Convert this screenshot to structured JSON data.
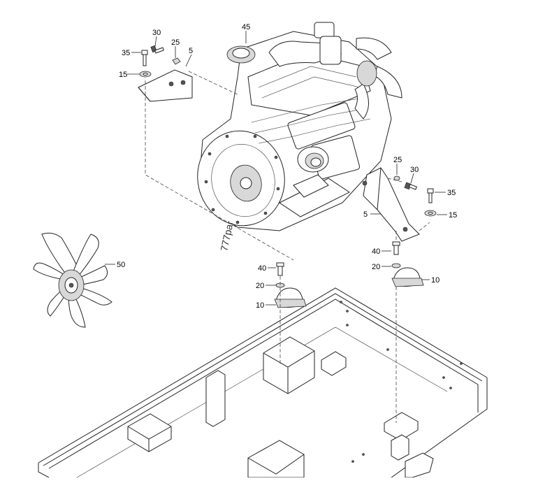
{
  "diagram": {
    "watermark": "777par",
    "callouts": {
      "c30_left": "30",
      "c25_left": "25",
      "c5_left": "5",
      "c35_left": "35",
      "c15_left": "15",
      "c45": "45",
      "c25_right": "25",
      "c30_right": "30",
      "c35_right": "35",
      "c5_right": "5",
      "c15_right": "15",
      "c50": "50",
      "c40_left": "40",
      "c20_left": "20",
      "c10_left": "10",
      "c40_right": "40",
      "c20_right": "20",
      "c10_right": "10"
    }
  }
}
